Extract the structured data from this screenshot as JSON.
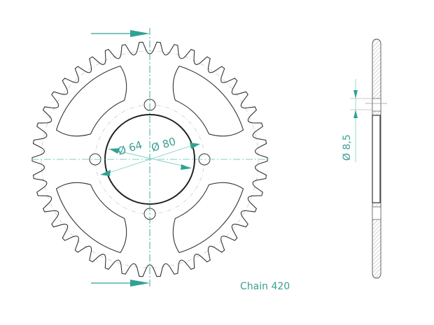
{
  "drawing": {
    "teeth_count": 42,
    "colors": {
      "outline": "#333333",
      "dimension": "#2fa293",
      "centerline": "#7fcfc4",
      "construction": "#bbbbbb"
    },
    "dimensions": {
      "center_hole": "Ø 64",
      "bolt_circle": "Ø 80",
      "bolt_hole": "Ø 8,5"
    },
    "chain_label": "Chain 420"
  }
}
